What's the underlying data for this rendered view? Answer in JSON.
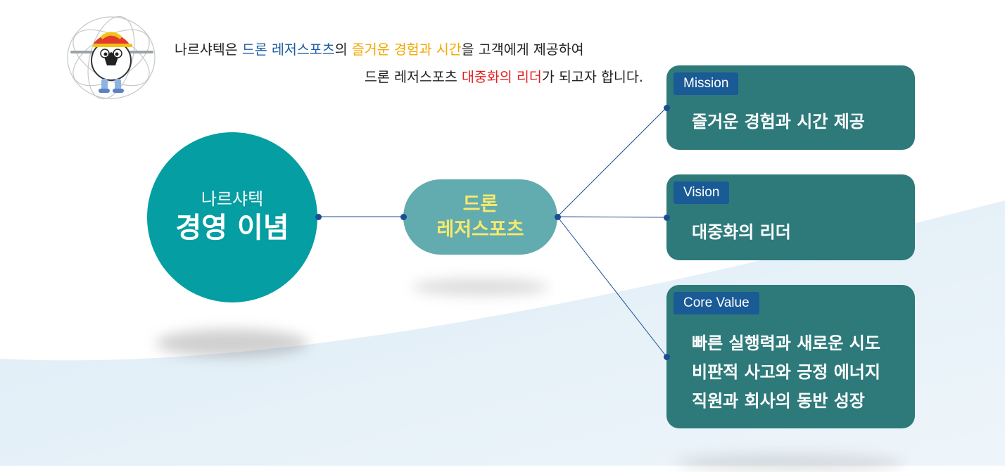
{
  "intro": {
    "line1": [
      {
        "text": "나르샤텍은 ",
        "color": "default"
      },
      {
        "text": "드론 레저스포츠",
        "color": "blue"
      },
      {
        "text": "의 ",
        "color": "default"
      },
      {
        "text": "즐거운 경험과 시간",
        "color": "yellow"
      },
      {
        "text": "을 고객에게 제공하여",
        "color": "default"
      }
    ],
    "line2": [
      {
        "text": "드론 레저스포츠 ",
        "color": "default"
      },
      {
        "text": "대중화의 리더",
        "color": "red"
      },
      {
        "text": "가 되고자 합니다.",
        "color": "default"
      }
    ]
  },
  "main_node": {
    "subtitle": "나르샤텍",
    "title": "경영 이념"
  },
  "center_node": {
    "line1": "드론",
    "line2": "레저스포츠"
  },
  "cards": {
    "mission": {
      "tag": "Mission",
      "lines": [
        "즐거운 경험과 시간 제공"
      ]
    },
    "vision": {
      "tag": "Vision",
      "lines": [
        "대중화의 리더"
      ]
    },
    "core_value": {
      "tag": "Core Value",
      "lines": [
        "빠른 실행력과 새로운 시도",
        "비판적 사고와 긍정 에너지",
        "직원과 회사의 동반 성장"
      ]
    }
  },
  "colors": {
    "teal_main": "#059ea2",
    "teal_center": "#62abaf",
    "card_bg": "#2e7a7b",
    "tag_bg": "#1a5a95",
    "connector": "#1b4d92",
    "highlight_blue": "#1f5fa3",
    "highlight_yellow": "#f2a700",
    "highlight_red": "#e41e1e"
  },
  "icons": {
    "mascot": "drone-soccer-ball-mascot-icon"
  }
}
